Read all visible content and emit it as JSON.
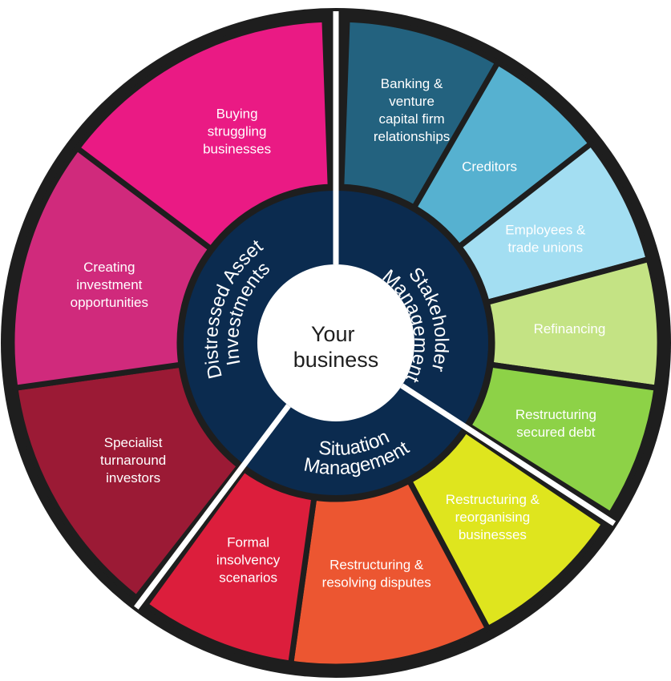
{
  "center": {
    "lines": [
      "Your",
      "business"
    ]
  },
  "colors": {
    "outline": "#1e1e1e",
    "ring": "#0b2b4f",
    "center": "#ffffff",
    "separator": "#ffffff"
  },
  "groups": [
    {
      "id": "stakeholder",
      "label": "Stakeholder Management",
      "segments": [
        {
          "id": "banking-vc",
          "lines": [
            "Banking &",
            "venture",
            "capital firm",
            "relationships"
          ],
          "color": "#23627f"
        },
        {
          "id": "creditors",
          "lines": [
            "Creditors"
          ],
          "color": "#56b1d0"
        },
        {
          "id": "employees",
          "lines": [
            "Employees &",
            "trade unions"
          ],
          "color": "#a3def2",
          "text_color": "#1e1e1e"
        },
        {
          "id": "refinancing",
          "lines": [
            "Refinancing"
          ],
          "color": "#c4e384",
          "text_color": "#1e1e1e"
        },
        {
          "id": "restructuring-debt",
          "lines": [
            "Restructuring",
            "secured debt"
          ],
          "color": "#8dd247",
          "text_color": "#1e1e1e"
        }
      ]
    },
    {
      "id": "situation",
      "label": "Situation Management",
      "segments": [
        {
          "id": "reorganising",
          "lines": [
            "Restructuring &",
            "reorganising",
            "businesses"
          ],
          "color": "#dfe51e",
          "text_color": "#1e1e1e"
        },
        {
          "id": "disputes",
          "lines": [
            "Restructuring &",
            "resolving disputes"
          ],
          "color": "#ec5631"
        },
        {
          "id": "insolvency",
          "lines": [
            "Formal",
            "insolvency",
            "scenarios"
          ],
          "color": "#dc1e3c"
        }
      ]
    },
    {
      "id": "distressed",
      "label": "Distressed Asset Investments",
      "segments": [
        {
          "id": "turnaround",
          "lines": [
            "Specialist",
            "turnaround",
            "investors"
          ],
          "color": "#9b1a35"
        },
        {
          "id": "investment-opps",
          "lines": [
            "Creating",
            "investment",
            "opportunities"
          ],
          "color": "#d02a7c"
        },
        {
          "id": "buying",
          "lines": [
            "Buying",
            "struggling",
            "businesses"
          ],
          "color": "#ea1a84"
        }
      ]
    }
  ]
}
